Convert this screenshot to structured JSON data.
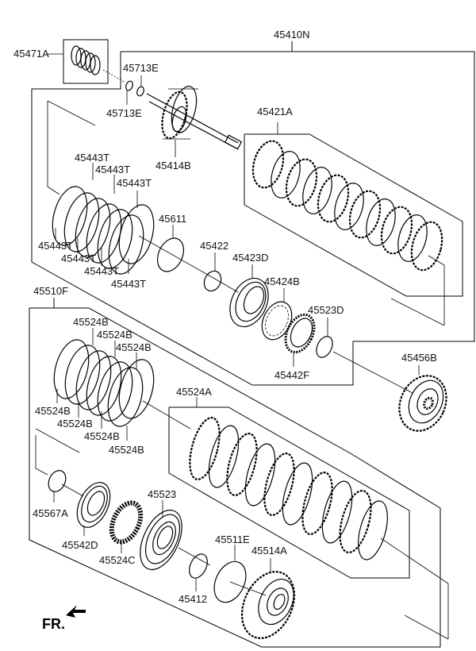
{
  "diagram": {
    "type": "exploded-parts-diagram",
    "subject": "automatic transmission clutch assembly",
    "colors": {
      "line": "#000000",
      "background": "#ffffff"
    },
    "assemblies": [
      {
        "id": "a1",
        "label": "45410N"
      },
      {
        "id": "a2",
        "label": "45510F"
      }
    ],
    "labels": {
      "p45471A": "45471A",
      "p45713E_top": "45713E",
      "p45713E_bottom": "45713E",
      "p45414B": "45414B",
      "p45421A": "45421A",
      "p45443T_1": "45443T",
      "p45443T_2": "45443T",
      "p45443T_3": "45443T",
      "p45443T_4": "45443T",
      "p45443T_5": "45443T",
      "p45443T_6": "45443T",
      "p45443T_7": "45443T",
      "p45611": "45611",
      "p45422": "45422",
      "p45423D": "45423D",
      "p45424B": "45424B",
      "p45523D": "45523D",
      "p45442F": "45442F",
      "p45456B": "45456B",
      "p45524B_1": "45524B",
      "p45524B_2": "45524B",
      "p45524B_3": "45524B",
      "p45524B_4": "45524B",
      "p45524B_5": "45524B",
      "p45524B_6": "45524B",
      "p45524B_7": "45524B",
      "p45524A": "45524A",
      "p45567A": "45567A",
      "p45542D": "45542D",
      "p45524C": "45524C",
      "p45523": "45523",
      "p45511E": "45511E",
      "p45514A": "45514A",
      "p45412": "45412"
    },
    "direction_indicator": {
      "text": "FR.",
      "icon": "front-direction-arrow-icon"
    }
  }
}
